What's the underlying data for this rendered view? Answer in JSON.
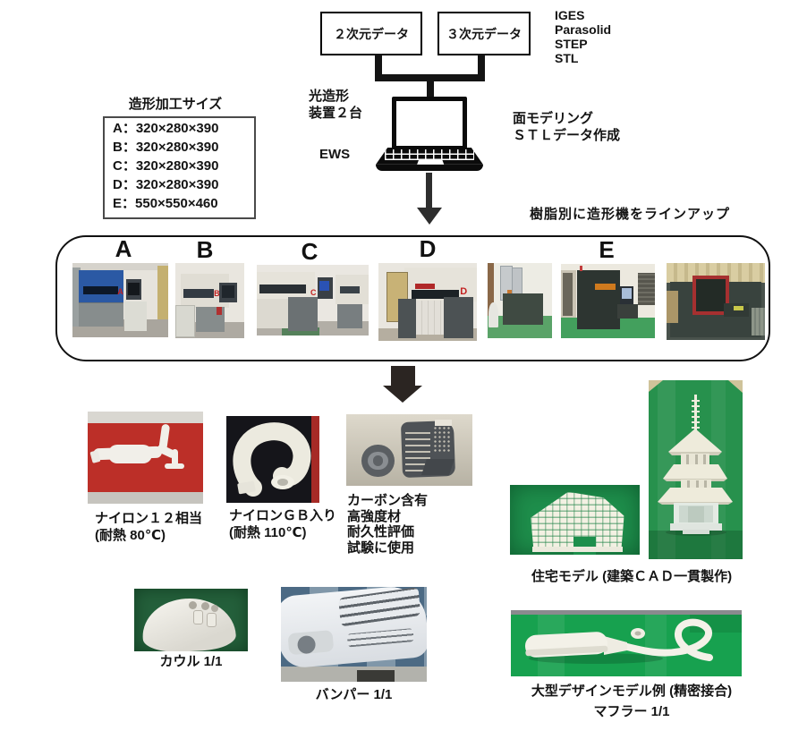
{
  "flow": {
    "input_2d": "２次元データ",
    "input_3d": "３次元データ",
    "formats": [
      "IGES",
      "Parasolid",
      "STEP",
      "STL"
    ],
    "device_line1": "光造形",
    "device_line2": "装置２台",
    "ews": "EWS",
    "modeling_line1": "面モデリング",
    "modeling_line2": "ＳＴＬデータ作成"
  },
  "size_panel": {
    "title": "造形加工サイズ",
    "items": [
      "A：320×280×390",
      "B：320×280×390",
      "C：320×280×390",
      "D：320×280×390",
      "E：550×550×460"
    ]
  },
  "lineup": {
    "caption": "樹脂別に造形機をラインアップ",
    "labels": [
      "A",
      "B",
      "C",
      "D",
      "E"
    ]
  },
  "products": {
    "nylon12_line1": "ナイロン１２相当",
    "nylon12_line2": "(耐熱 80℃)",
    "nylongb_line1": "ナイロンＧＢ入り",
    "nylongb_line2": "(耐熱 110℃)",
    "carbon_lines": [
      "カーボン含有",
      "高強度材",
      "耐久性評価",
      "試験に使用"
    ],
    "house_caption": "住宅モデル (建築ＣＡＤ一貫製作)",
    "cowl_caption": "カウル 1/1",
    "bumper_caption": "バンパー 1/1",
    "large_model_caption": "大型デザインモデル例 (精密接合)",
    "muffler_caption": "マフラー 1/1"
  },
  "colors": {
    "accent_red": "#bc2f28",
    "felt_green": "#1e8f4c",
    "ink": "#141414"
  }
}
